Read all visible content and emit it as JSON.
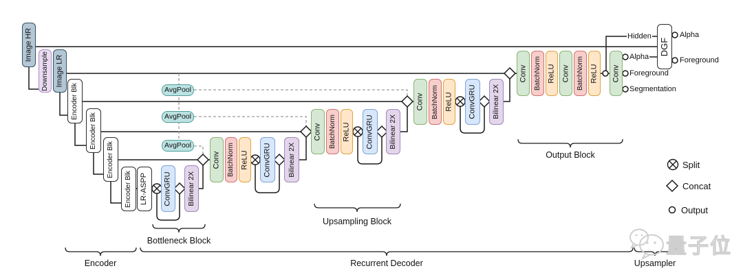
{
  "labels": {
    "image_hr": "Image HR",
    "downsample": "Downsample",
    "image_lr": "Image LR",
    "encoder_blk": "Encoder Blk",
    "lr_aspp": "LR-ASPP",
    "avgpool": "AvgPool",
    "conv": "Conv",
    "batchnorm": "BatchNorm",
    "relu": "ReLU",
    "convgru": "ConvGRU",
    "bilinear_2x": "Bilinear 2X",
    "dgf": "DGF"
  },
  "ports": {
    "hidden": "Hidden",
    "alpha": "Alpha",
    "foreground": "Foreground",
    "segmentation": "Segmentation",
    "dgf_alpha": "Alpha",
    "dgf_foreground": "Foreground"
  },
  "section_labels": {
    "bottleneck_block": "Bottleneck Block",
    "upsampling_block": "Upsampling Block",
    "output_block": "Output Block",
    "encoder": "Encoder",
    "recurrent_decoder": "Recurrent Decoder",
    "upsampler": "Upsampler"
  },
  "legend": {
    "split": "Split",
    "concat": "Concat",
    "output": "Output"
  },
  "watermark": "量子位",
  "colors": {
    "conv_fill": "#d5e8d4",
    "conv_border": "#8bb272",
    "batchnorm_fill": "#f7cecb",
    "batchnorm_border": "#d2726c",
    "relu_fill": "#ffe6c9",
    "relu_border": "#dfa23f",
    "convgru_fill": "#d7e7fb",
    "convgru_border": "#7ea2d2",
    "bilinear_fill": "#e3d6eb",
    "bilinear_border": "#a286b9",
    "avgpool_fill": "#bce2e2",
    "avgpool_border": "#4c9c9a",
    "image_fill": "#b3c7d5",
    "image_border": "#33505f",
    "downsample_fill": "#e9dcf1",
    "downsample_border": "#b28cc8",
    "line": "#1a1a1a",
    "dashed_line": "#9a9a9a",
    "watermark": "#cfcfcf"
  }
}
